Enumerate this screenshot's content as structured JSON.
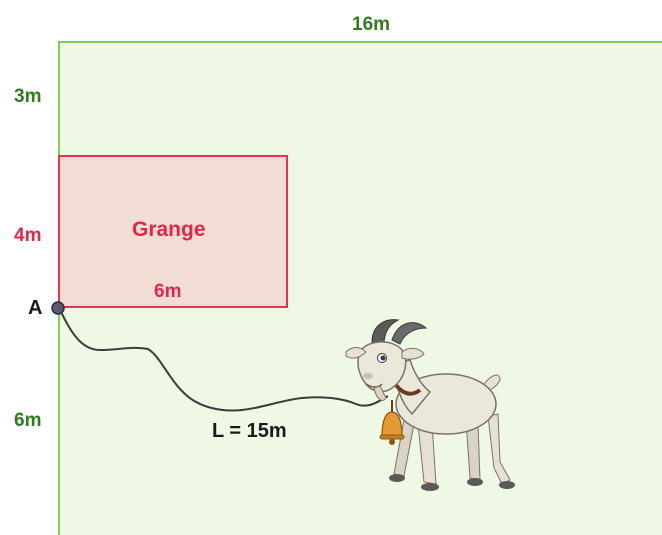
{
  "field": {
    "top_width_label": "16m",
    "left_top_label": "3m",
    "left_bottom_label": "6m"
  },
  "barn": {
    "name": "Grange",
    "height_label": "4m",
    "width_label": "6m"
  },
  "anchor": {
    "label": "A"
  },
  "rope": {
    "label": "L = 15m"
  },
  "colors": {
    "field_fill": "#eef8e4",
    "field_border": "#7fcf5a",
    "barn_fill": "#f1ddd3",
    "barn_border": "#e8324e",
    "green_text": "#2f7d1c",
    "red_text": "#e3264a"
  },
  "icons": {
    "animal": "goat-icon",
    "bell": "bell-icon"
  }
}
